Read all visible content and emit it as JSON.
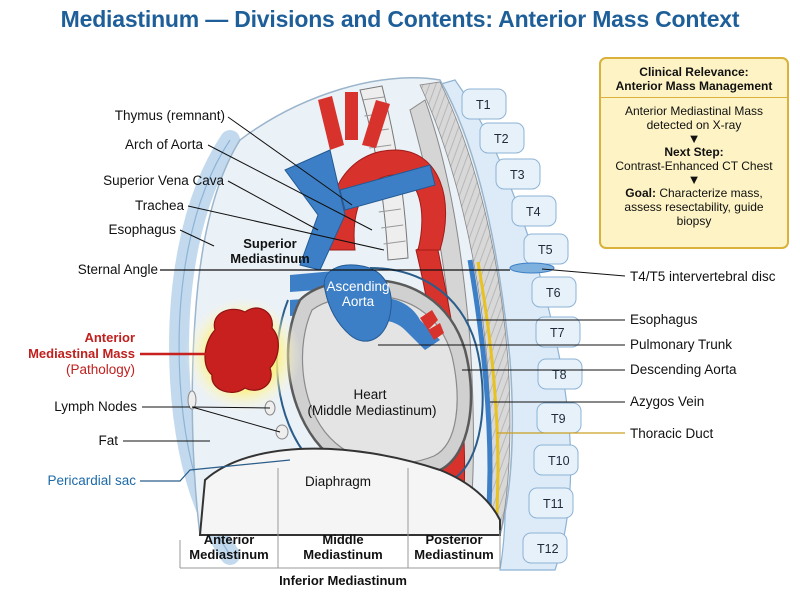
{
  "title": "Mediastinum — Divisions and Contents: Anterior Mass Context",
  "left_labels": {
    "thymus": "Thymus (remnant)",
    "arch": "Arch of Aorta",
    "svc": "Superior Vena Cava",
    "trachea": "Trachea",
    "esophagus": "Esophagus",
    "sternal_angle": "Sternal Angle",
    "mass_line1": "Anterior",
    "mass_line2": "Mediastinal Mass",
    "mass_line3": "(Pathology)",
    "lymph_nodes": "Lymph Nodes",
    "fat": "Fat",
    "pericardial_sac": "Pericardial sac"
  },
  "right_labels": {
    "disc": "T4/T5 intervertebral disc",
    "esophagus": "Esophagus",
    "pulmonary_trunk": "Pulmonary Trunk",
    "descending_aorta": "Descending Aorta",
    "azygos": "Azygos Vein",
    "thoracic_duct": "Thoracic Duct"
  },
  "inner_labels": {
    "superior_line1": "Superior",
    "superior_line2": "Mediastinum",
    "ascending_line1": "Ascending",
    "ascending_line2": "Aorta",
    "heart_line1": "Heart",
    "heart_line2": "(Middle Mediastinum)",
    "diaphragm": "Diaphragm"
  },
  "vertebrae": [
    "T1",
    "T2",
    "T3",
    "T4",
    "T5",
    "T6",
    "T7",
    "T8",
    "T9",
    "T10",
    "T11",
    "T12"
  ],
  "bottom": {
    "anterior_line1": "Anterior",
    "anterior_line2": "Mediastinum",
    "middle_line1": "Middle",
    "middle_line2": "Mediastinum",
    "posterior_line1": "Posterior",
    "posterior_line2": "Mediastinum",
    "inferior": "Inferior Mediastinum"
  },
  "clinical": {
    "title_line1": "Clinical Relevance:",
    "title_line2": "Anterior Mass Management",
    "step1_line1": "Anterior Mediastinal Mass",
    "step1_line2": "detected on X-ray",
    "next_label": "Next Step:",
    "next_value": "Contrast-Enhanced CT Chest",
    "goal_label": "Goal:",
    "goal_line1": "Characterize mass,",
    "goal_line2": "assess resectability, guide",
    "goal_line3": "biopsy"
  },
  "colors": {
    "title": "#1f5f99",
    "artery": "#d8322d",
    "vein": "#3d7fc6",
    "mass": "#c81f1f",
    "mass_glow": "#ffe44a",
    "box_fill": "#fdf3c4",
    "box_border": "#d9b13b",
    "bone": "#d6e7f5"
  }
}
